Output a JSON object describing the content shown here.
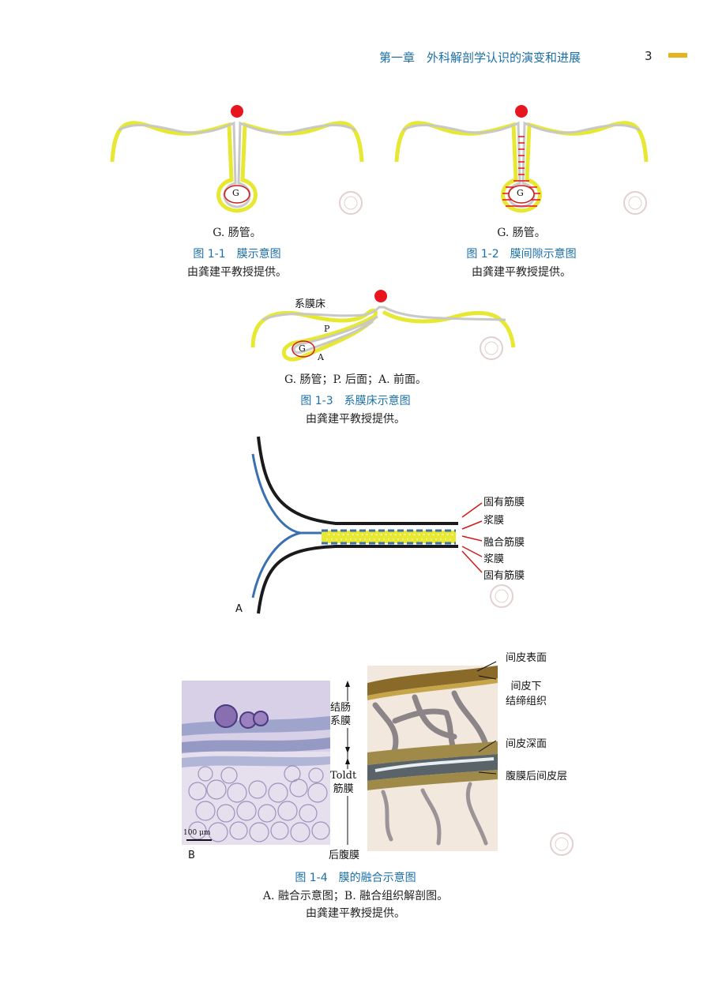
{
  "header": {
    "chapter_title": "第一章　外科解剖学认识的演变和进展",
    "page_number": "3"
  },
  "figures": {
    "fig1_1": {
      "legend": "G. 肠管。",
      "title": "图 1-1　膜示意图",
      "credit": "由龚建平教授提供。",
      "g_label": "G"
    },
    "fig1_2": {
      "legend": "G. 肠管。",
      "title": "图 1-2　膜间隙示意图",
      "credit": "由龚建平教授提供。",
      "g_label": "G"
    },
    "fig1_3": {
      "legend": "G. 肠管；P. 后面；A. 前面。",
      "title": "图 1-3　系膜床示意图",
      "credit": "由龚建平教授提供。",
      "label_bed": "系膜床",
      "label_p": "P",
      "label_a": "A",
      "g_label": "G"
    },
    "fig1_4": {
      "panel_a": "A",
      "panel_b": "B",
      "a_labels": [
        "固有筋膜",
        "浆膜",
        "融合筋膜",
        "浆膜",
        "固有筋膜"
      ],
      "b_left_labels": {
        "top": "结肠\n系膜",
        "mid": "Toldt\n筋膜",
        "bottom": "后腹膜",
        "scale": "100 μm"
      },
      "b_right_labels": [
        "间皮表面",
        "间皮下\n结缔组织",
        "间皮深面",
        "腹膜后间皮层"
      ],
      "title": "图 1-4　膜的融合示意图",
      "legend": "A. 融合示意图；B. 融合组织解剖图。",
      "credit": "由龚建平教授提供。"
    }
  },
  "colors": {
    "accent_blue": "#1a6fa8",
    "membrane_yellow": "#e6e832",
    "red_dot": "#e8141e",
    "fascia_blue": "#3a6fb0",
    "bar_yellow": "#e8b320"
  }
}
